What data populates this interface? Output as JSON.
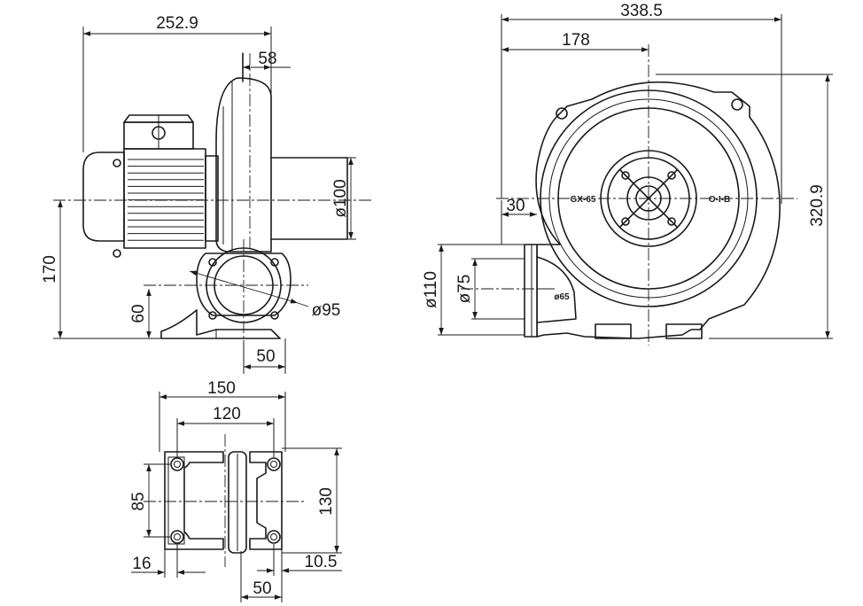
{
  "side_view": {
    "overall_width": "252.9",
    "outlet_length": "58",
    "outlet_diameter": "ø100",
    "inlet_height": "170",
    "inlet_diameter": "ø95",
    "base_height": "60",
    "base_width": "50"
  },
  "front_view": {
    "overall_width": "338.5",
    "center_offset": "178",
    "overall_height": "320.9",
    "flange_thickness": "30",
    "flange_outer_diameter": "ø110",
    "flange_inner_diameter": "ø75",
    "plate_left": "GX-65",
    "plate_right": "O-I-B",
    "port_marking": "ø65"
  },
  "base_view": {
    "outer_width": "150",
    "hole_spacing": "120",
    "hole_pitch": "85",
    "overall_depth": "130",
    "edge_offset": "16",
    "slot_width": "10.5",
    "foot_width": "50"
  }
}
